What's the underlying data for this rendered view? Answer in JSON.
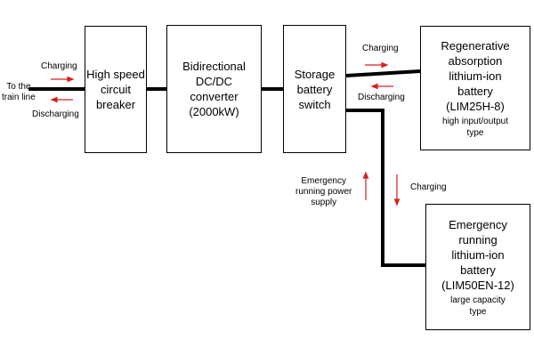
{
  "colors": {
    "line": "#000000",
    "arrow": "#d62020"
  },
  "boxes": {
    "hsb": [
      "High speed",
      "circuit",
      "breaker"
    ],
    "dcdc": [
      "Bidirectional",
      "DC/DC",
      "converter",
      "(2000kW)"
    ],
    "switch": [
      "Storage",
      "battery",
      "switch"
    ],
    "regen": {
      "lines": [
        "Regenerative",
        "absorption",
        "lithium-ion",
        "battery",
        "(LIM25H-8)"
      ],
      "sub": [
        "high input/output",
        "type"
      ]
    },
    "emerg": {
      "lines": [
        "Emergency",
        "running",
        "lithium-ion",
        "battery",
        "(LIM50EN-12)"
      ],
      "sub": [
        "large capacity",
        "type"
      ]
    }
  },
  "labels": {
    "train_line": [
      "To the",
      "train line"
    ],
    "charging": "Charging",
    "discharging": "Discharging",
    "emergency_supply": [
      "Emergency",
      "running power",
      "supply"
    ]
  }
}
